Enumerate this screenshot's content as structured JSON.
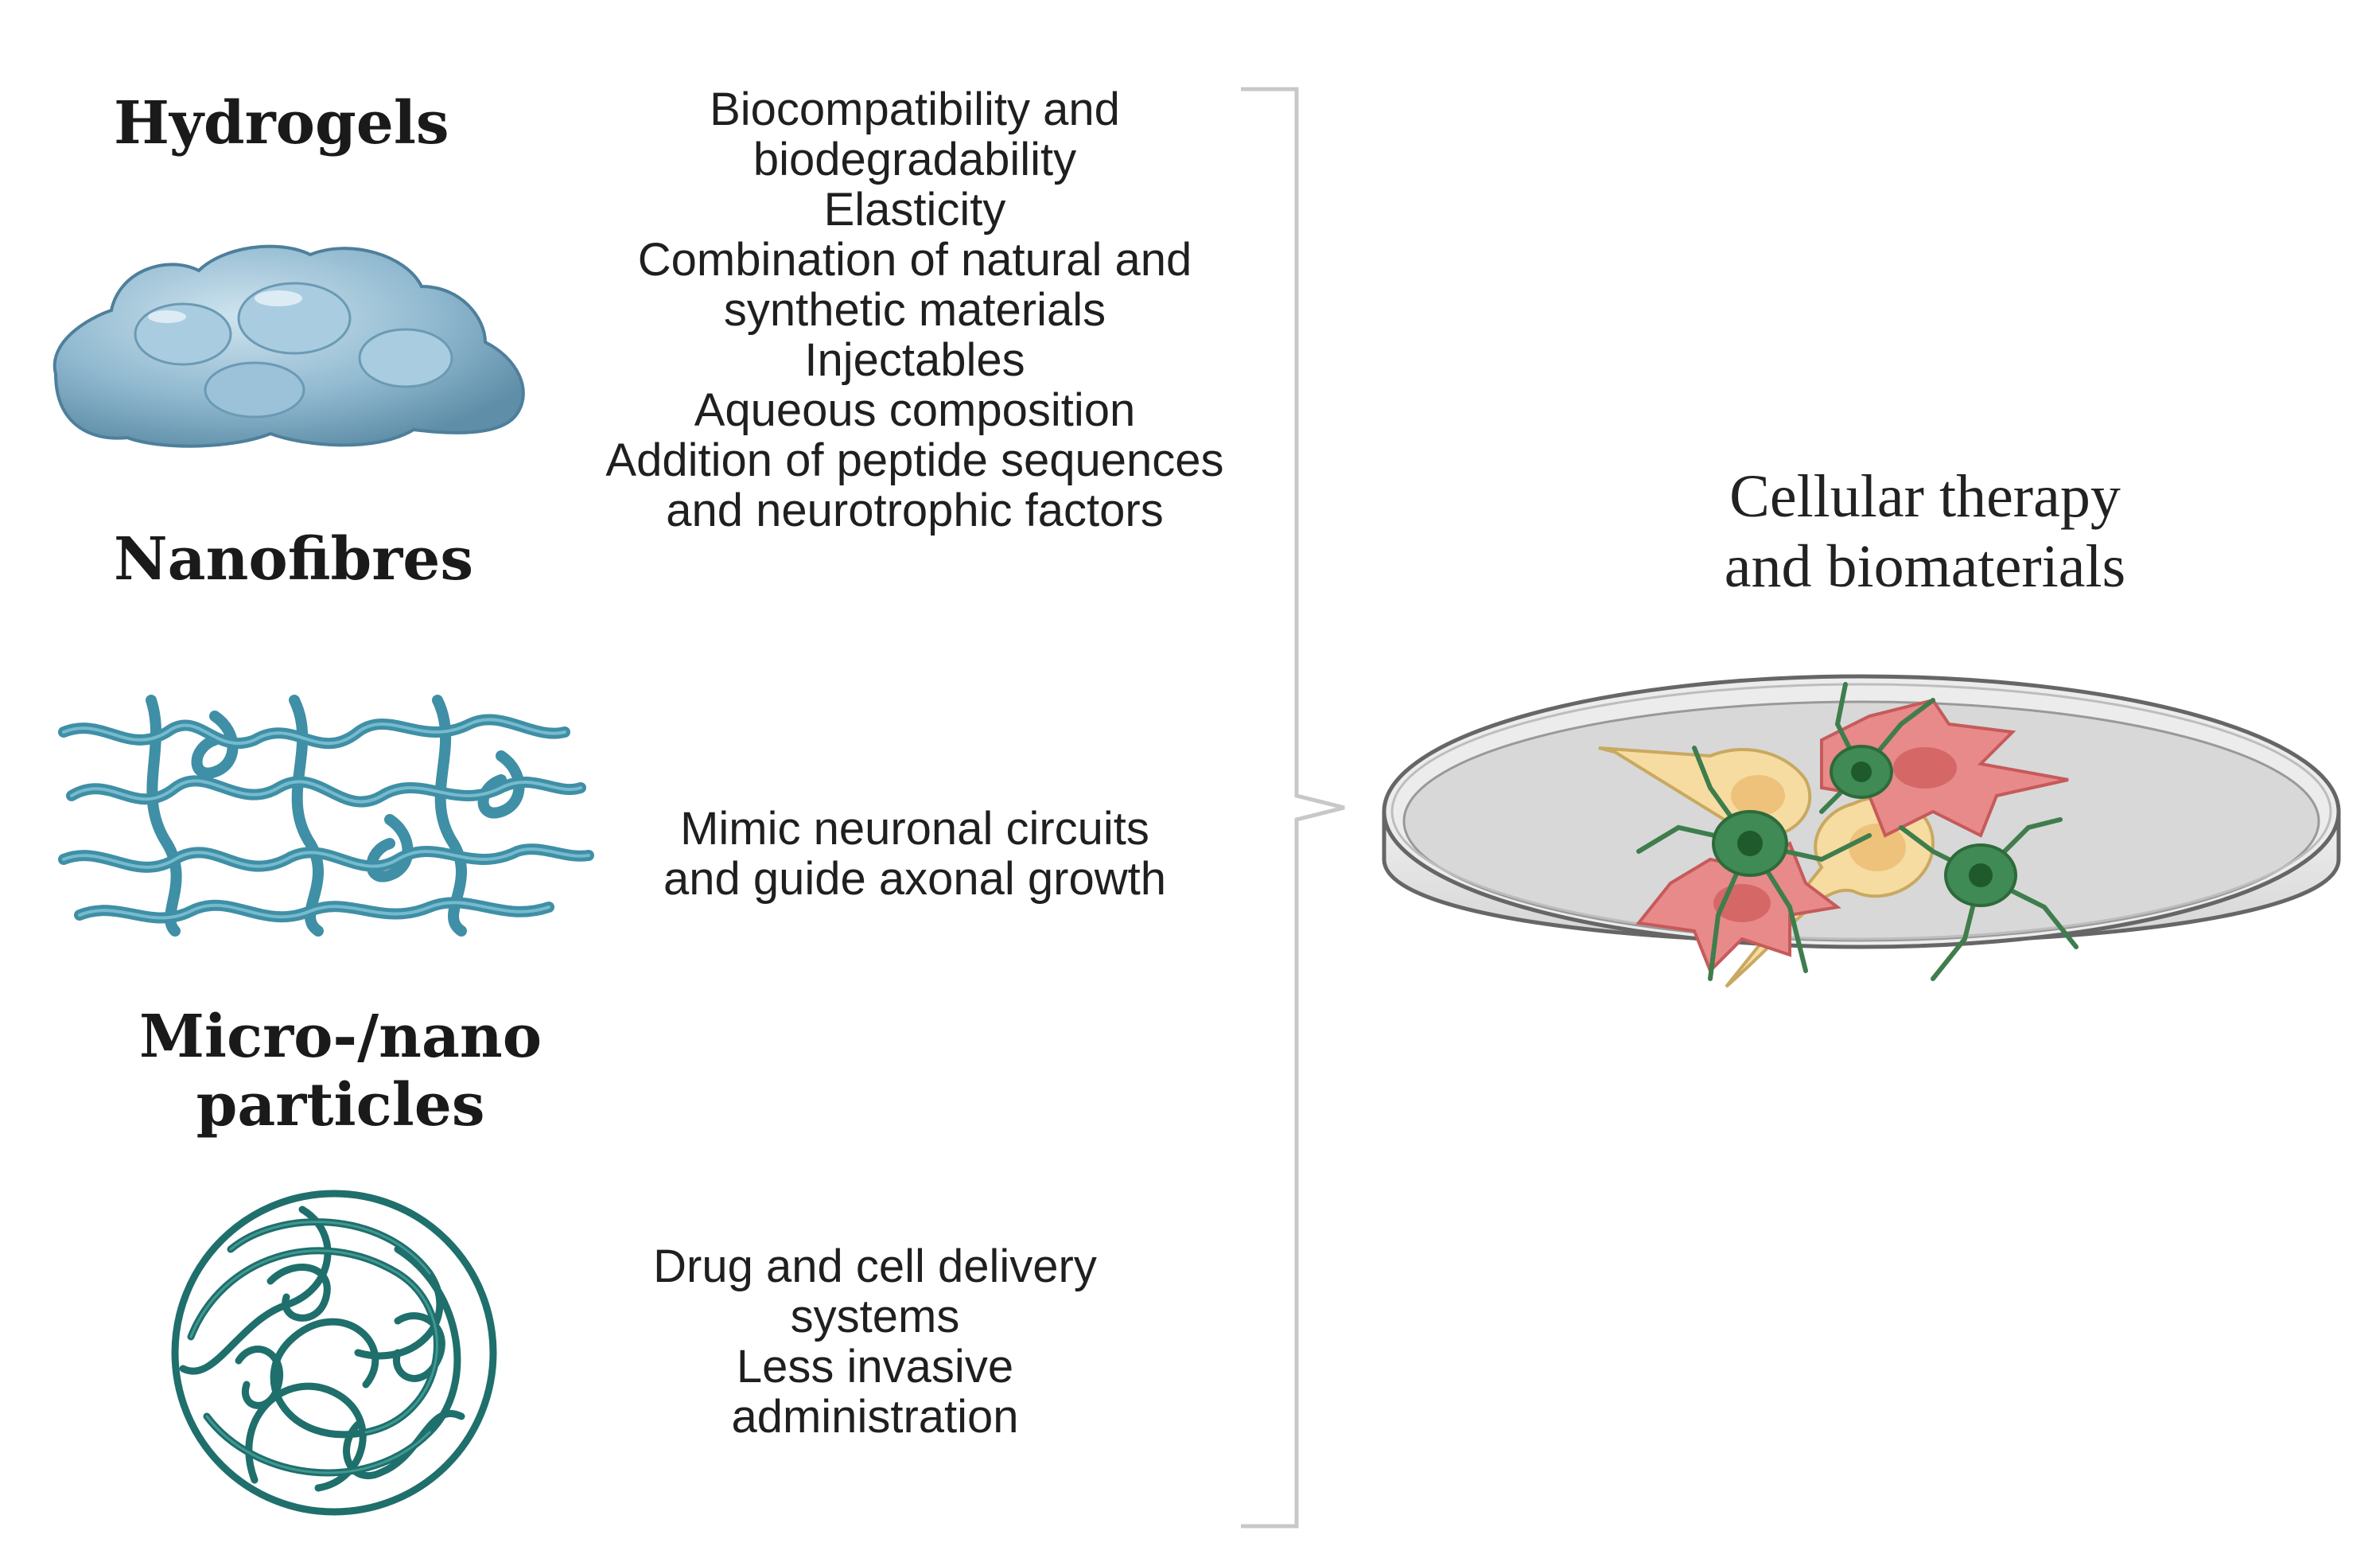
{
  "categories": [
    {
      "heading": "Hydrogels",
      "icon": "hydrogel-blob-icon",
      "properties": [
        "Biocompatibility and",
        "biodegradability",
        "Elasticity",
        "Combination of natural and",
        "synthetic materials",
        "Injectables",
        "Aqueous composition",
        "Addition of peptide sequences",
        "and neurotrophic factors"
      ]
    },
    {
      "heading": "Nanofibres",
      "icon": "nanofibre-mesh-icon",
      "properties": [
        "Mimic neuronal circuits",
        "and guide axonal growth"
      ]
    },
    {
      "heading": "Micro-/nano\nparticles",
      "icon": "particle-ball-icon",
      "properties": [
        "Drug and cell delivery",
        "systems",
        "Less invasive",
        "administration"
      ]
    }
  ],
  "result": {
    "title": "Cellular therapy\nand biomaterials",
    "icon": "petri-dish-cells-icon"
  },
  "colors": {
    "hydrogel": "#8fb8cf",
    "nanofibre": "#5aa9bf",
    "particle": "#1f7a78",
    "cell_red": "#e58080",
    "cell_yellow": "#f6dca0",
    "cell_green": "#3f8a55",
    "bracket": "#c8c8c8"
  }
}
